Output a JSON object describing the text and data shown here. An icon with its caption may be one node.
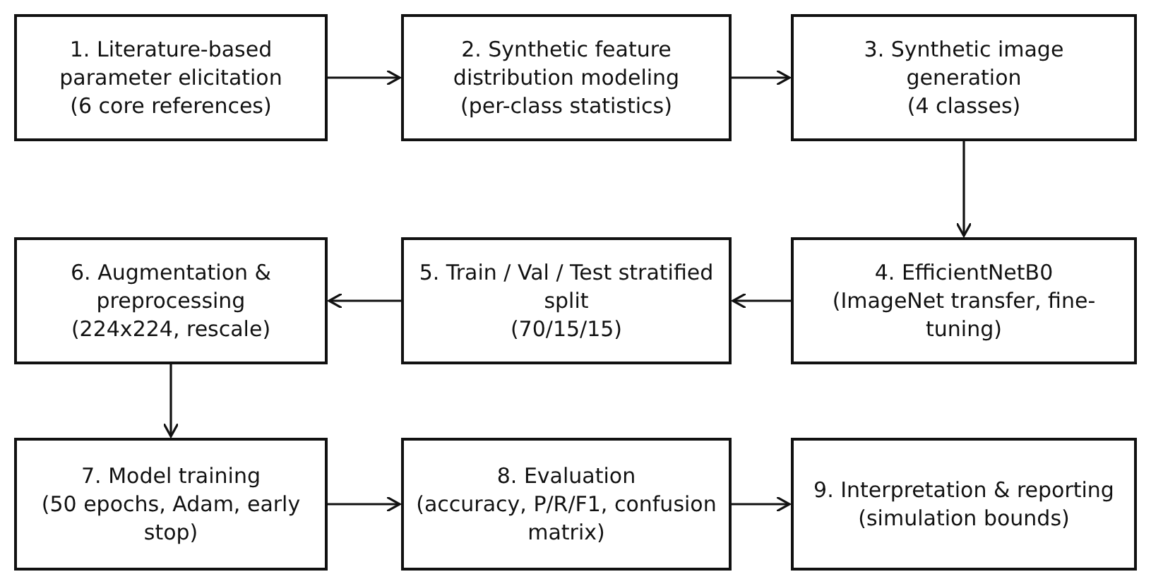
{
  "diagram": {
    "nodes": [
      {
        "text": [
          "1. Literature-based parameter elicitation",
          "(6 core references)"
        ]
      },
      {
        "text": [
          "2. Synthetic feature distribution modeling",
          "(per-class statistics)"
        ]
      },
      {
        "text": [
          "3. Synthetic image generation",
          "(4 classes)"
        ]
      },
      {
        "text": [
          "4. EfficientNetB0",
          "(ImageNet transfer, fine-tuning)"
        ]
      },
      {
        "text": [
          "5. Train / Val / Test stratified split",
          "(70/15/15)"
        ]
      },
      {
        "text": [
          "6. Augmentation & preprocessing",
          "(224x224, rescale)"
        ]
      },
      {
        "text": [
          "7. Model training",
          "(50 epochs, Adam, early stop)"
        ]
      },
      {
        "text": [
          "8. Evaluation",
          "(accuracy, P/R/F1, confusion matrix)"
        ]
      },
      {
        "text": [
          "9. Interpretation & reporting",
          "(simulation bounds)"
        ]
      }
    ],
    "edges": [
      {
        "from": 0,
        "to": 1,
        "arrow": "to"
      },
      {
        "from": 1,
        "to": 2,
        "arrow": "to"
      },
      {
        "from": 2,
        "to": 3,
        "arrow": "to"
      },
      {
        "from": 3,
        "to": 4,
        "arrow": "to"
      },
      {
        "from": 4,
        "to": 5,
        "arrow": "to"
      },
      {
        "from": 5,
        "to": 6,
        "arrow": "to"
      },
      {
        "from": 6,
        "to": 7,
        "arrow": "to"
      },
      {
        "from": 7,
        "to": 8,
        "arrow": "to"
      }
    ]
  }
}
